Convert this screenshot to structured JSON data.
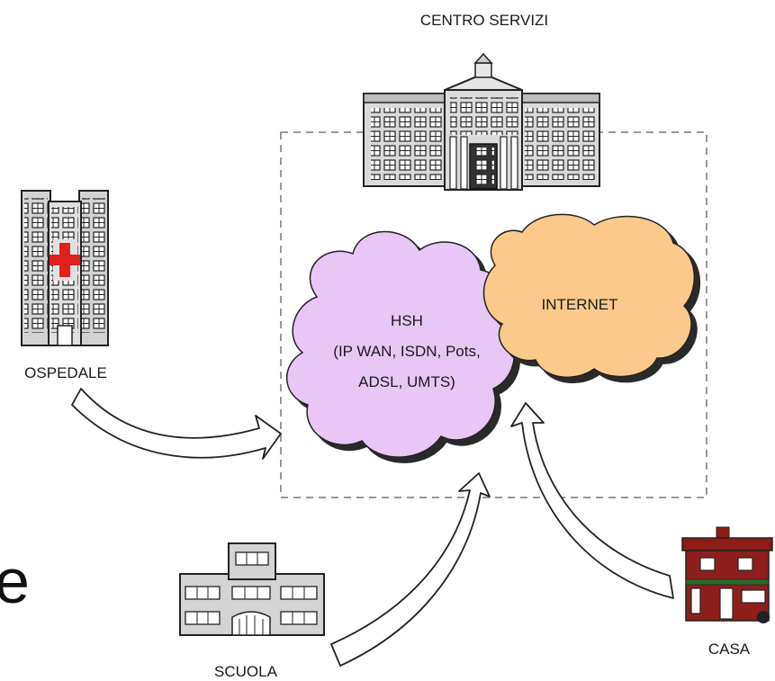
{
  "nodes": {
    "center": {
      "label": "CENTRO SERVIZI"
    },
    "hospital": {
      "label": "OSPEDALE"
    },
    "school": {
      "label": "SCUOLA"
    },
    "house": {
      "label": "CASA"
    }
  },
  "clouds": {
    "hsh": {
      "lines": [
        "HSH",
        "(IP WAN, ISDN, Pots,",
        "ADSL, UMTS)"
      ]
    },
    "internet": {
      "label": "INTERNET"
    }
  },
  "fragment": {
    "text": "e"
  },
  "colors": {
    "hsh_fill": "#e8c6f5",
    "internet_fill": "#fbc98c",
    "hospital_cross": "#e0201e",
    "house_roof": "#8c1c14",
    "house_wall": "#8f1e1a",
    "building_fill": "#d6d6d6"
  }
}
